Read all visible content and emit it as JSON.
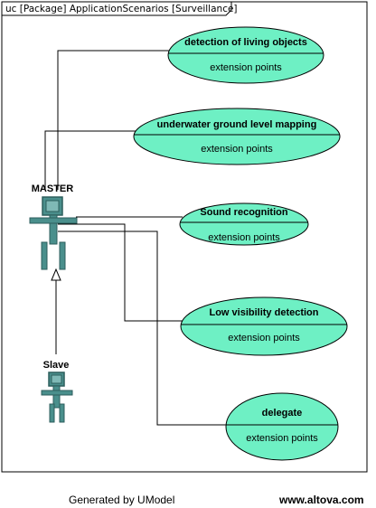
{
  "frame": {
    "title": "uc [Package] ApplicationScenarios [Surveillance]"
  },
  "colors": {
    "usecase_fill": "#6ef0c4",
    "actor_fill": "#4a8f8c",
    "actor_stroke": "#2c5e5c",
    "line": "#000000"
  },
  "actors": [
    {
      "id": "master",
      "label": "MASTER"
    },
    {
      "id": "slave",
      "label": "Slave"
    }
  ],
  "use_cases": [
    {
      "title": "detection of living objects",
      "extension": "extension points"
    },
    {
      "title": "underwater ground level mapping",
      "extension": "extension points"
    },
    {
      "title": "Sound recognition",
      "extension": "extension points"
    },
    {
      "title": "Low visibility detection",
      "extension": "extension points"
    },
    {
      "title": "delegate",
      "extension": "extension points"
    }
  ],
  "relationships": [
    {
      "type": "association",
      "from": "master",
      "to": "detection of living objects"
    },
    {
      "type": "association",
      "from": "master",
      "to": "underwater ground level mapping"
    },
    {
      "type": "association",
      "from": "master",
      "to": "Sound recognition"
    },
    {
      "type": "association",
      "from": "master",
      "to": "Low visibility detection"
    },
    {
      "type": "association",
      "from": "master",
      "to": "delegate"
    },
    {
      "type": "generalization",
      "from": "slave",
      "to": "master"
    }
  ],
  "footer": {
    "generated_by": "Generated by UModel",
    "website": "www.altova.com"
  }
}
